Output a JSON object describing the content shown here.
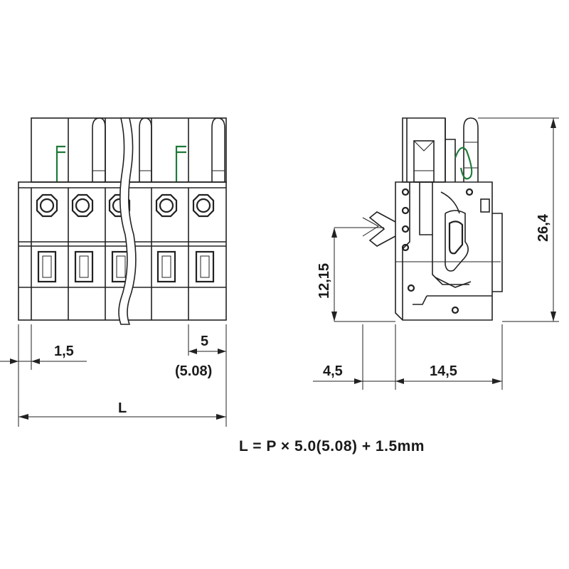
{
  "dimensions": {
    "front_pin_offset": "1,5",
    "pitch": "5",
    "pitch_alt": "(5.08)",
    "total_length": "L",
    "pin_height": "12,15",
    "total_height": "26,4",
    "pin_protrusion": "4,5",
    "body_depth": "14,5"
  },
  "formula": "L = P × 5.0(5.08) + 1.5mm",
  "colors": {
    "outline": "#222222",
    "spring": "#1f7a3a",
    "background": "#ffffff"
  }
}
